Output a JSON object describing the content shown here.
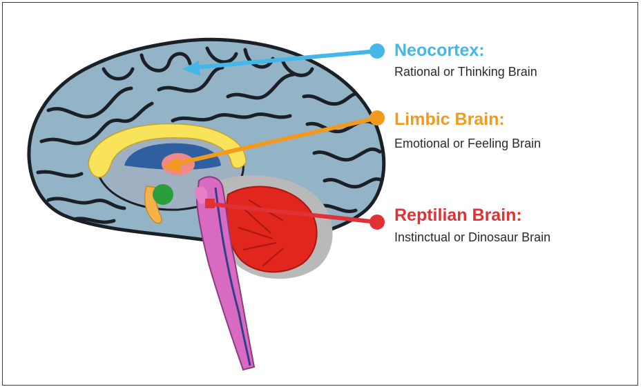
{
  "colors": {
    "neocortex": "#44b7e8",
    "limbic": "#f29a1e",
    "reptilian": "#e03137",
    "cortex_fill": "#93b3c6",
    "sulci": "#1b1f26",
    "stem": "#d86ac2",
    "cerebellum": "#e0261d",
    "amygdala": "#2a9e3a",
    "cingulate": "#f8e35a"
  },
  "labels": [
    {
      "key": "neocortex",
      "title": "Neocortex:",
      "description": "Rational or Thinking Brain"
    },
    {
      "key": "limbic",
      "title": "Limbic Brain:",
      "description": "Emotional or Feeling Brain"
    },
    {
      "key": "reptilian",
      "title": "Reptilian Brain:",
      "description": "Instinctual or Dinosaur Brain"
    }
  ]
}
